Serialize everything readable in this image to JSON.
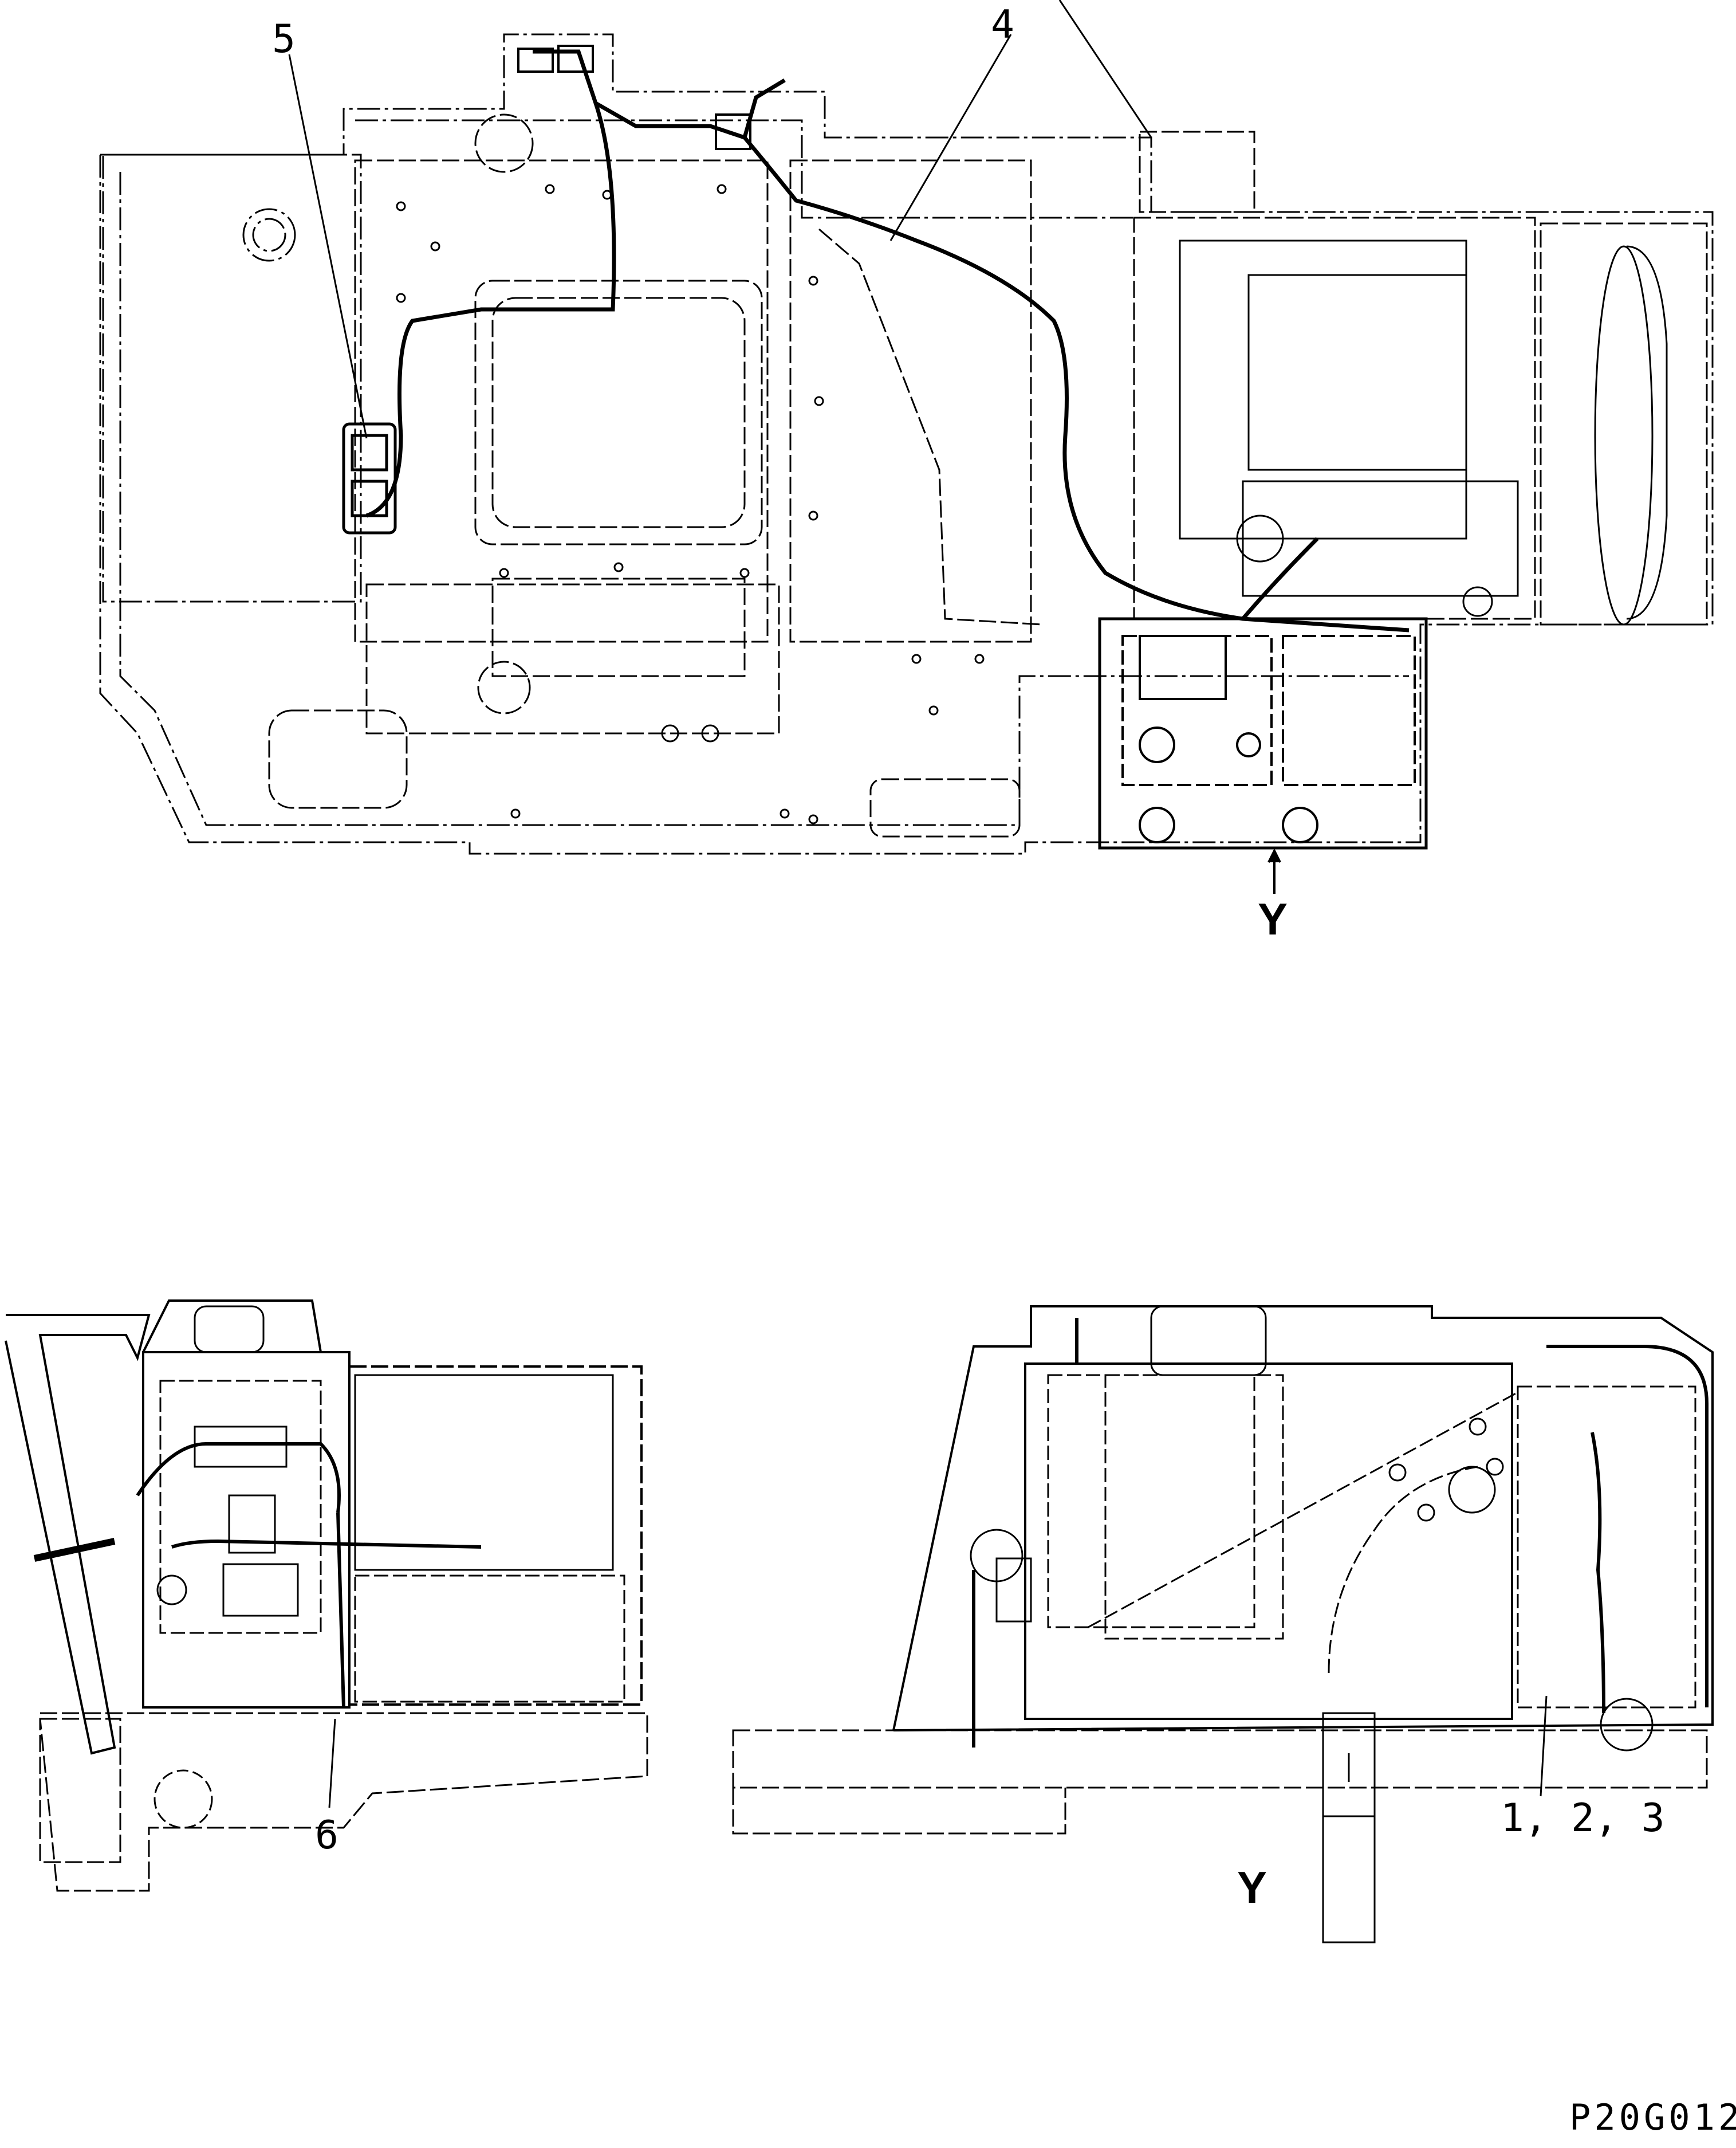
{
  "callouts": {
    "part_5": "5",
    "part_4": "4",
    "part_6": "6",
    "parts_1_2_3": "1, 2, 3"
  },
  "view_markers": {
    "top_view_arrow": "Y",
    "side_view_label": "Y"
  },
  "drawing_code": "P20G012"
}
